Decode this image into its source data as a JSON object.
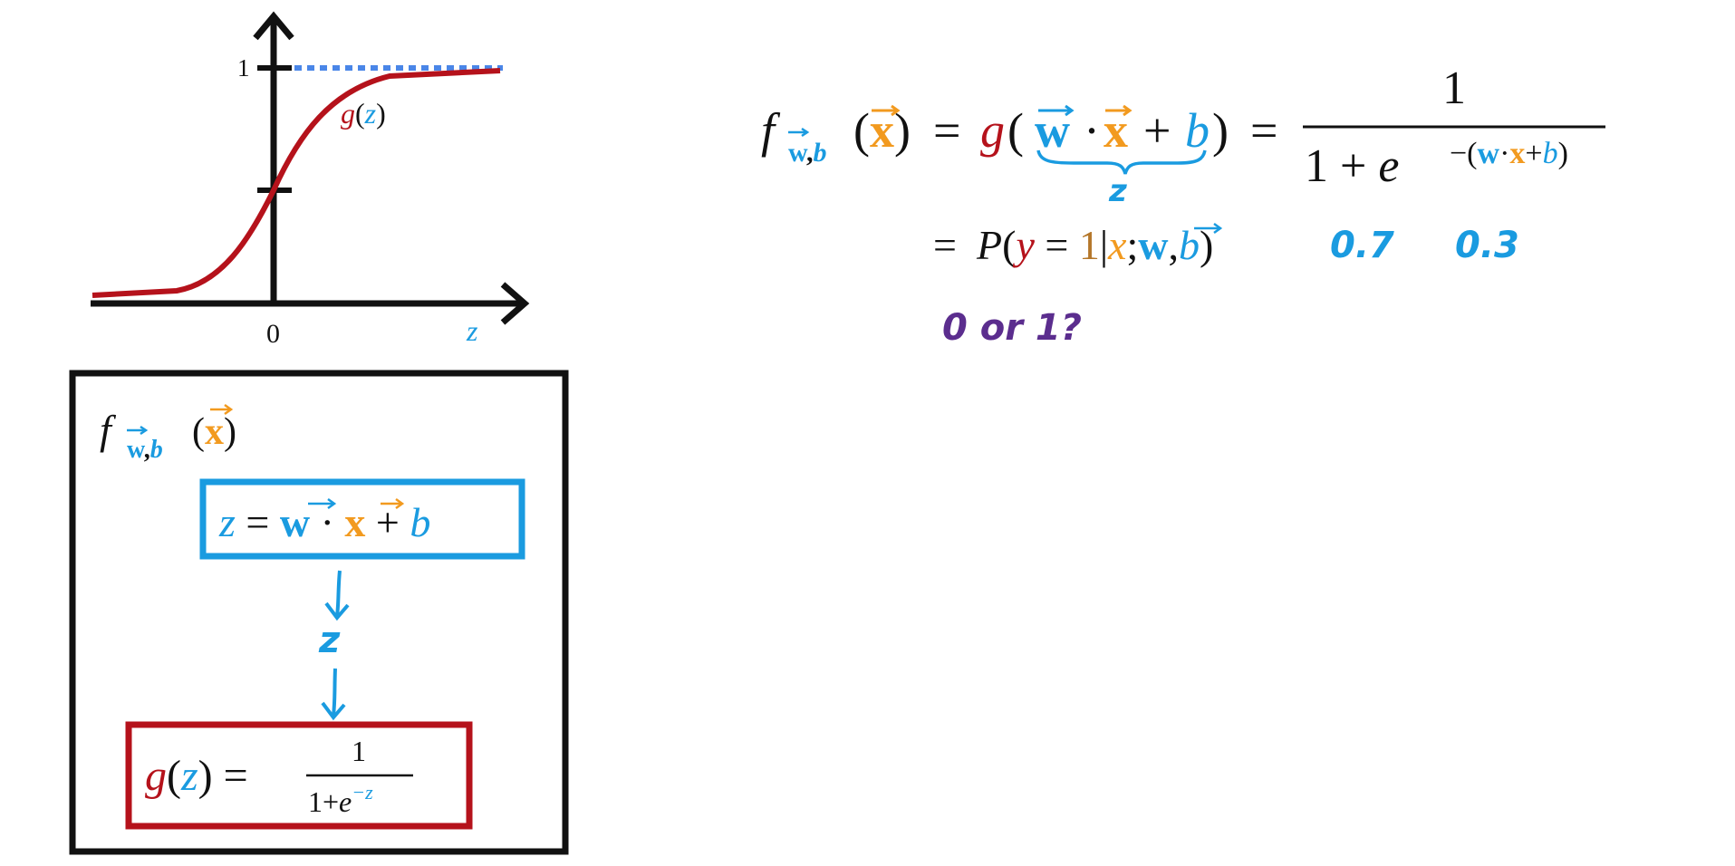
{
  "colors": {
    "black": "#111111",
    "blue": "#1a9be0",
    "orange": "#f29a1f",
    "red": "#b5121b",
    "brown": "#b5772a",
    "purple": "#5b2d8e",
    "dotted": "#4a86e8"
  },
  "graph": {
    "y_tick_one": "1",
    "x_zero": "0",
    "x_axis_var": "z",
    "curve_func": "g",
    "curve_arg": "z",
    "paren_open": "(",
    "paren_close": ")"
  },
  "box": {
    "f_symbol": "f",
    "f_sub_w": "w",
    "f_sub_comma": ",",
    "f_sub_b": "b",
    "f_open": "(",
    "f_arg": "x",
    "f_close": ")",
    "z_eq": {
      "z": "z",
      "eq": " = ",
      "w": "w",
      "dot": " · ",
      "x": "x",
      "plus": " + ",
      "b": "b"
    },
    "mid_z": "z",
    "g_eq": {
      "g": "g",
      "open": "(",
      "z": "z",
      "close": ")",
      "eq": " = ",
      "num": "1",
      "den_prefix": "1+",
      "den_e": "e",
      "den_exp": "−z"
    }
  },
  "formula": {
    "f": "f",
    "sub_w": "w",
    "sub_comma": ",",
    "sub_b": "b",
    "open1": "(",
    "x1": "x",
    "close1": ")",
    "eq1": "=",
    "g": "g",
    "open2": "(",
    "w": "w",
    "dot": "·",
    "x2": "x",
    "plus": "+",
    "b": "b",
    "close2": ")",
    "eq2": "=",
    "brace_label": "z",
    "frac_num": "1",
    "frac_den_prefix": "1 + ",
    "frac_den_e": "e",
    "exp_minus": "−(",
    "exp_w": "w",
    "exp_dot": "·",
    "exp_x": "x",
    "exp_plus": "+",
    "exp_b": "b",
    "exp_close": ")"
  },
  "prob": {
    "eq": "=",
    "P": "P",
    "open": "(",
    "y": "y",
    "eq_inner": " = ",
    "one": "1",
    "bar": "|",
    "x": "x",
    "semi": ";",
    "w": "w",
    "comma": ",",
    "b": "b",
    "close": ")",
    "value_a": "0.7",
    "value_b": "0.3"
  },
  "question": "0 or 1?"
}
